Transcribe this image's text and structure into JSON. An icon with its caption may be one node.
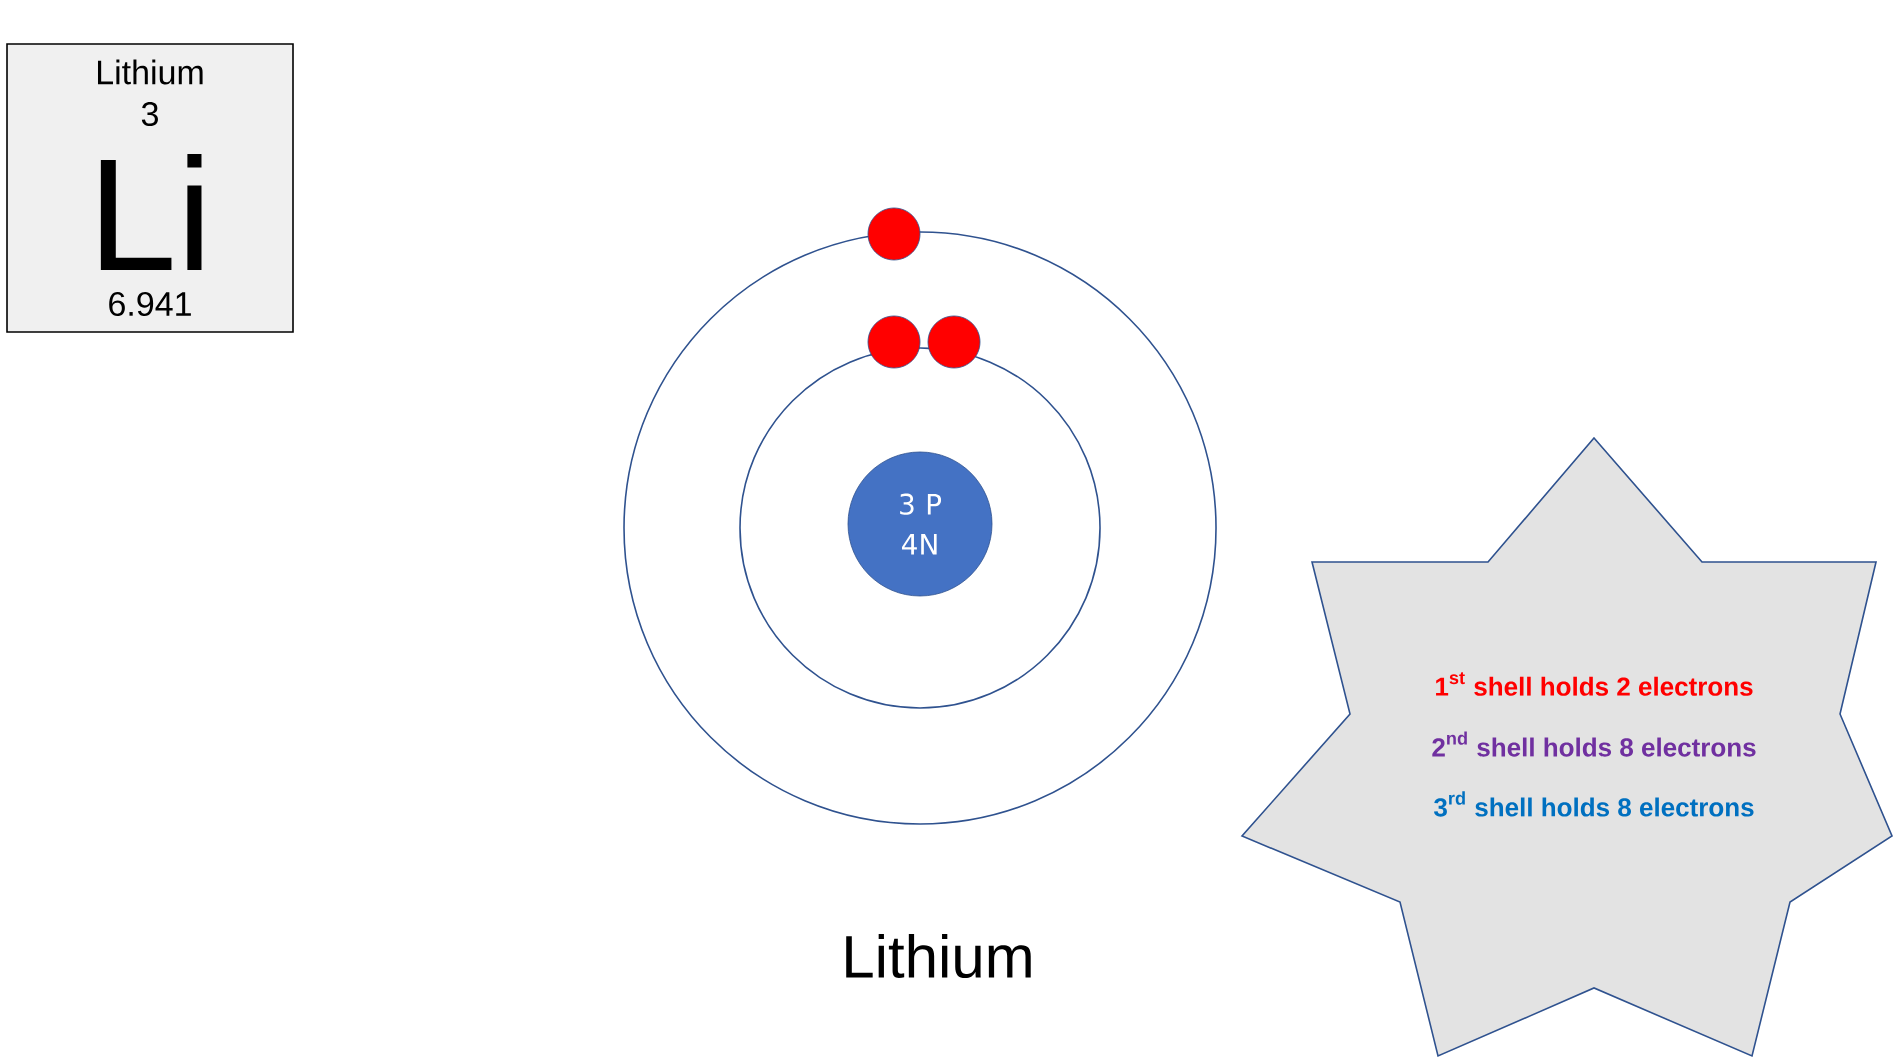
{
  "diagram": {
    "caption": "Lithium",
    "nodes": [
      {
        "text": [
          "Lithium",
          "3",
          "Li",
          "6.941"
        ]
      },
      {
        "text": [
          "3 P 4N"
        ]
      },
      {
        "text": [],
        "shape": "circle"
      },
      {
        "text": [],
        "shape": "circle"
      },
      {
        "text": [],
        "shape": "circle"
      },
      {
        "text": [
          "\\text{1}^{\\text{st}}\\text{ shell holds 2 electrons}",
          "\\text{2}^{\\text{nd}}\\text{ shell holds 8 electrons}",
          "\\text{3}^{\\text{rd}}\\text{ shell holds 8 electrons}"
        ]
      }
    ]
  }
}
